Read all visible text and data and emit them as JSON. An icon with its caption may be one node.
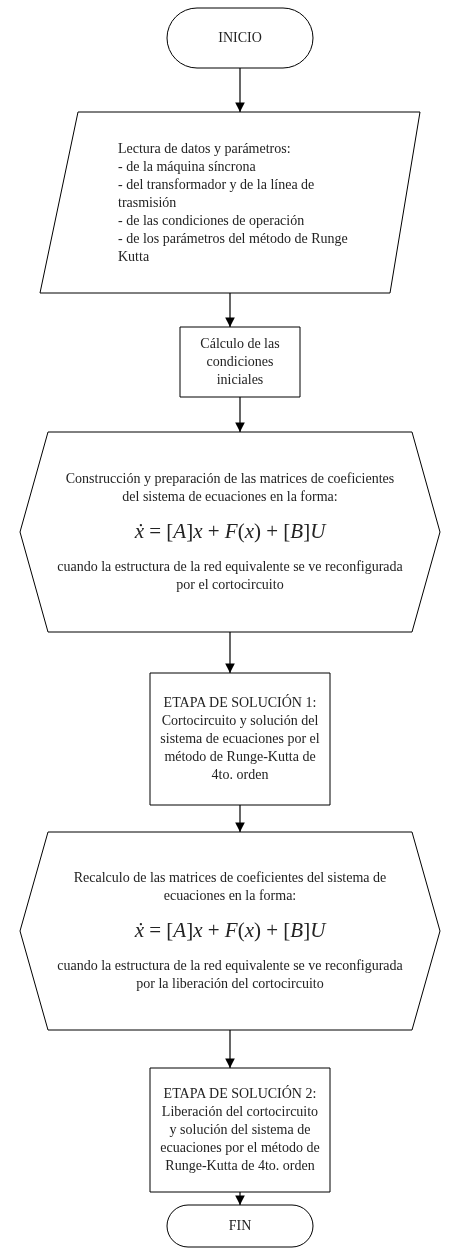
{
  "diagram": {
    "nodes": [
      {
        "text": [
          "INICIO"
        ]
      },
      {
        "text": [
          "Lectura de datos y parámetros:",
          "- de la máquina síncrona",
          "- del transformador y de la línea de trasmisión",
          "- de las condiciones de operación",
          "- de los parámetros del método de Runge Kutta"
        ]
      },
      {
        "text": [
          "Cálculo de las condiciones iniciales"
        ]
      },
      {
        "text": [
          "Construcción y preparación de las matrices de coeficientes del sistema de ecuaciones en la forma:",
          "*ẋ* = [*A*]*x* + *F*(*x*) + [*B*]*U*",
          "cuando la estructura de la red equivalente se ve reconfigurada por el cortocircuito"
        ]
      },
      {
        "text": [
          "ETAPA DE SOLUCIÓN 1:",
          "Cortocircuito y solución del sistema de ecuaciones por el método de Runge-Kutta de 4to. orden"
        ]
      },
      {
        "text": [
          "Recalculo de las matrices de coeficientes del sistema de ecuaciones en la forma:",
          "*ẋ* = [*A*]*x* + *F*(*x*) + [*B*]*U*",
          "cuando la estructura de la red equivalente se ve reconfigurada por la liberación del cortocircuito"
        ]
      },
      {
        "text": [
          "ETAPA DE SOLUCIÓN 2:",
          "Liberación del cortocircuito y solución del sistema de ecuaciones por el método de Runge-Kutta de 4to. orden"
        ]
      },
      {
        "text": [
          "FIN"
        ]
      }
    ],
    "edges": [
      {
        "from": 0,
        "to": 1,
        "arrow": "to"
      },
      {
        "from": 1,
        "to": 2,
        "arrow": "to"
      },
      {
        "from": 2,
        "to": 3,
        "arrow": "to"
      },
      {
        "from": 3,
        "to": 4,
        "arrow": "to"
      },
      {
        "from": 4,
        "to": 5,
        "arrow": "to"
      },
      {
        "from": 5,
        "to": 6,
        "arrow": "to"
      },
      {
        "from": 6,
        "to": 7,
        "arrow": "to"
      }
    ]
  }
}
